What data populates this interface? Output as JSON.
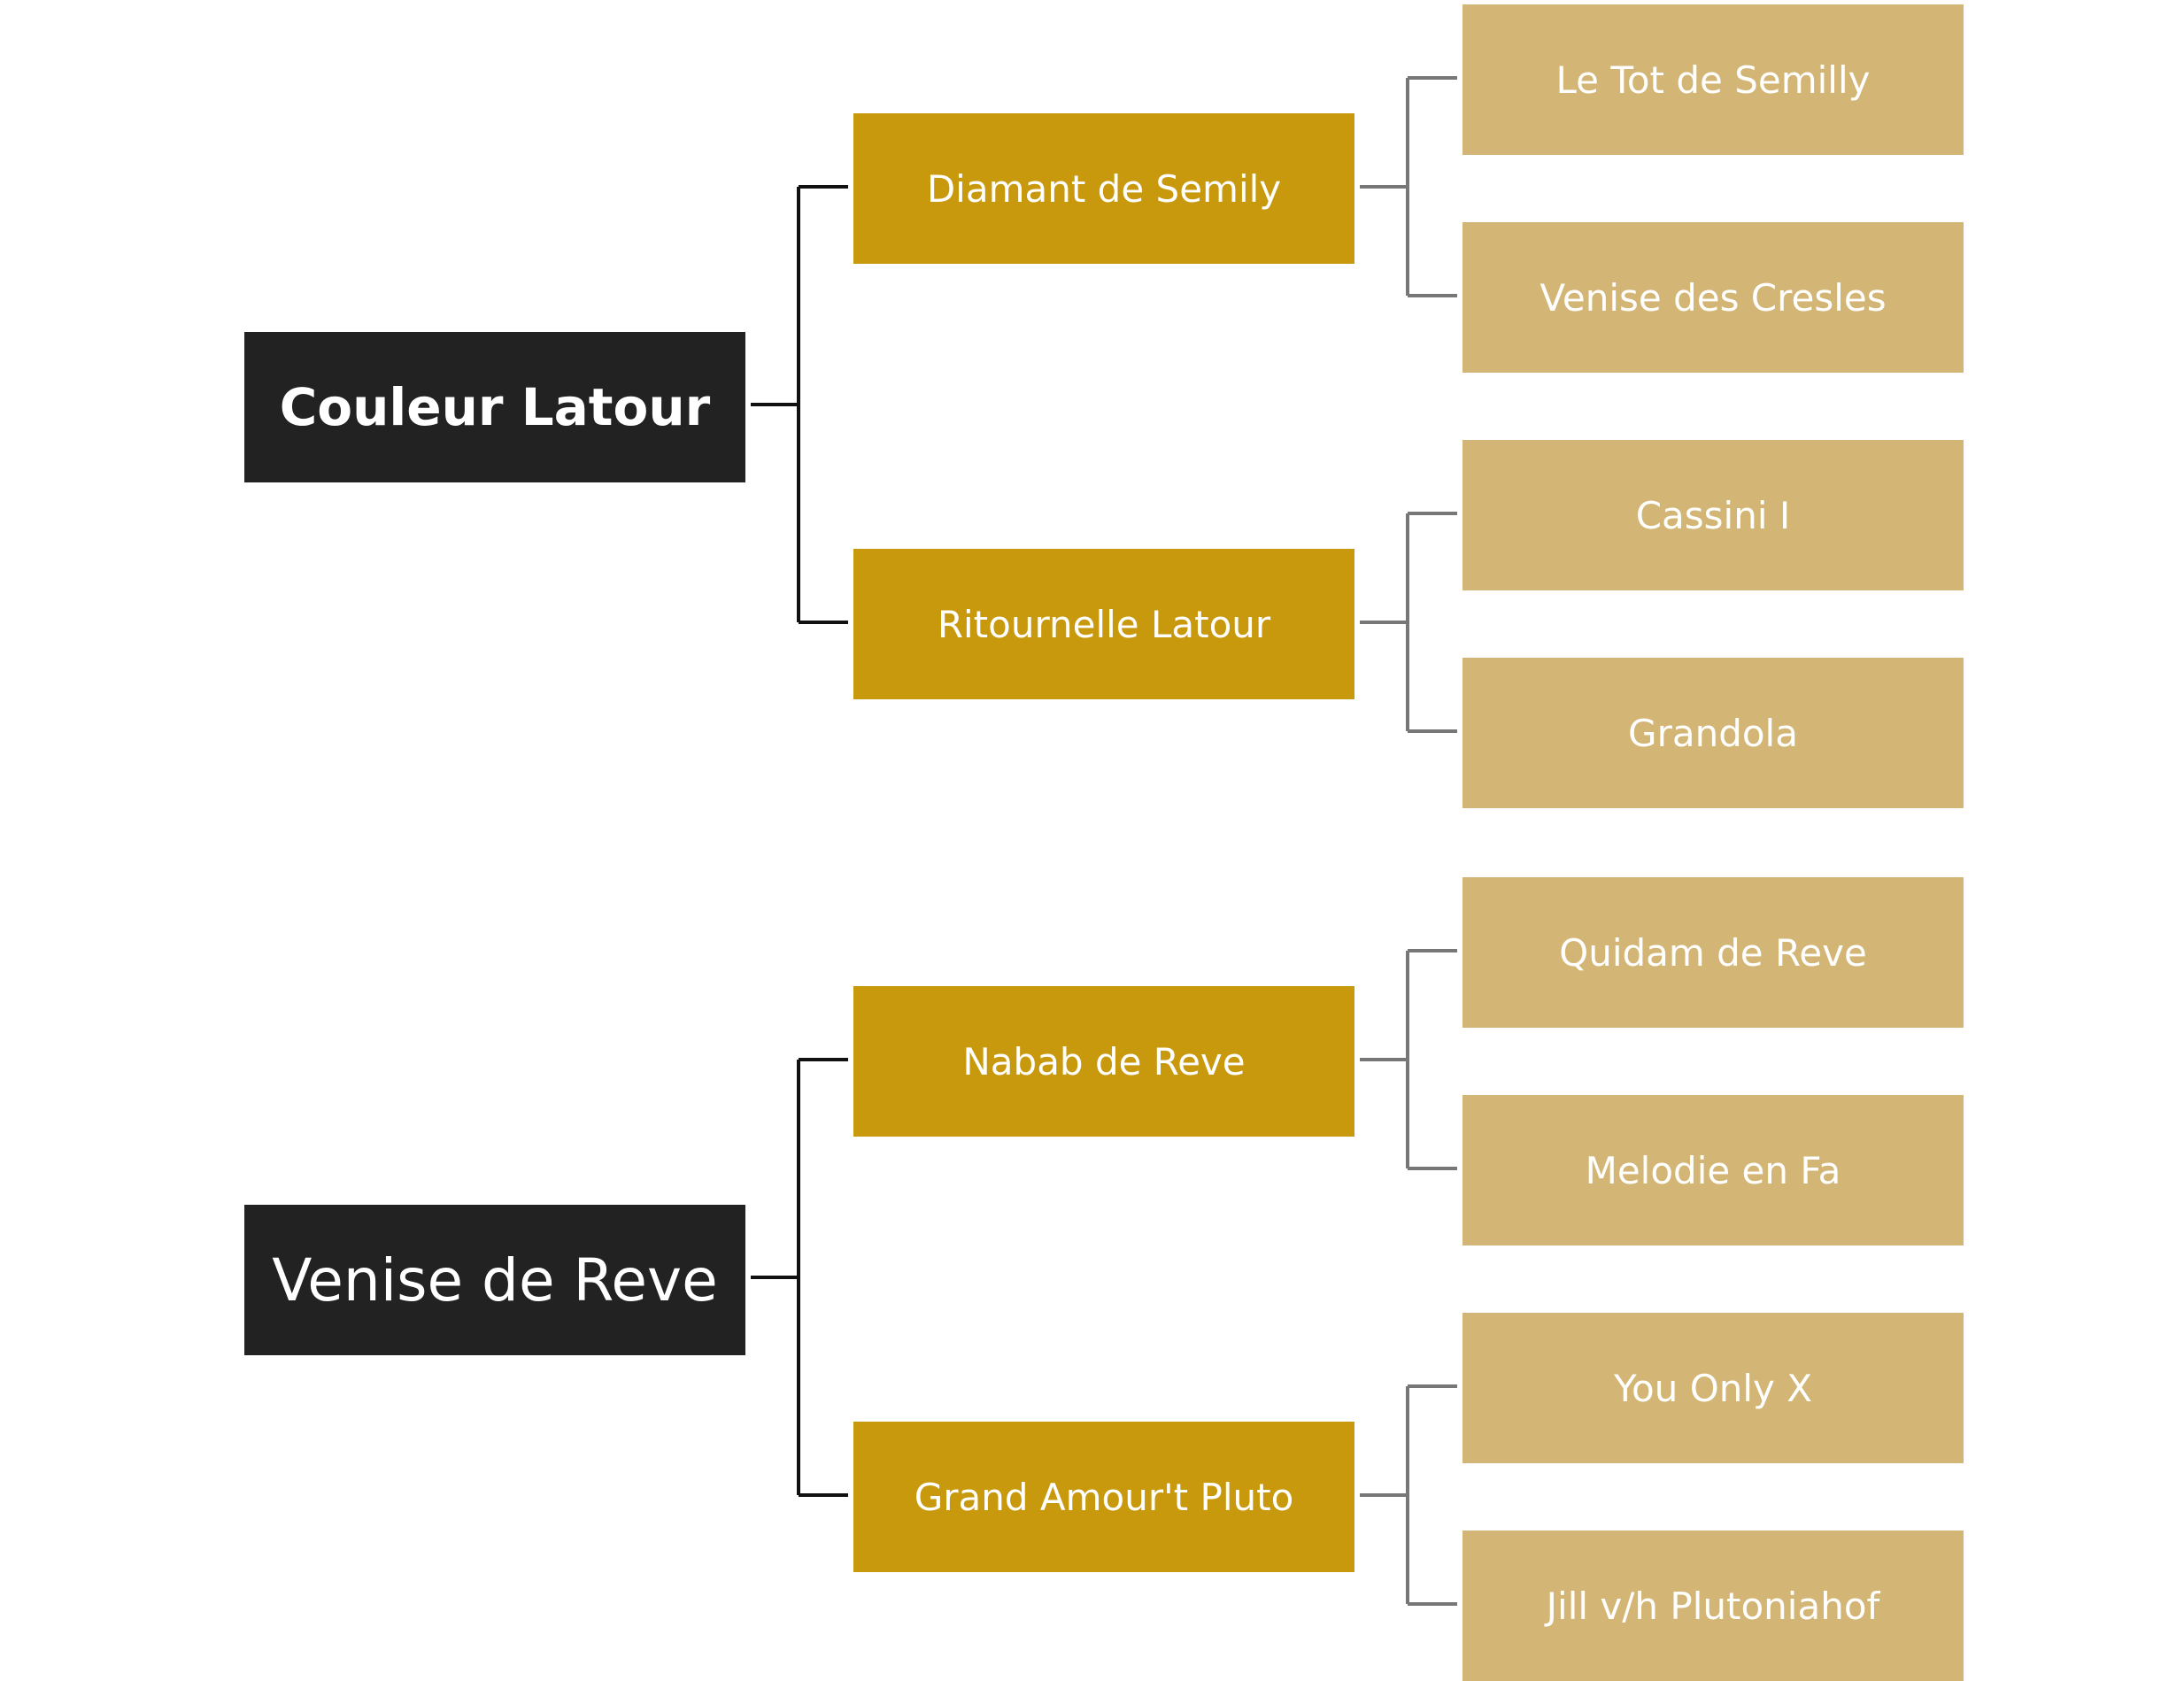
{
  "colors": {
    "root_bg": "#222222",
    "parent_bg": "#c8980d",
    "grandparent_bg": "#d3b675",
    "text": "#ffffff",
    "root_connector": "#111111",
    "parent_connector": "#777777",
    "background": "#ffffff"
  },
  "trees": [
    {
      "root": "Couleur Latour",
      "parents": [
        {
          "name": "Diamant de Semily",
          "children": [
            "Le Tot de Semilly",
            "Venise des Cresles"
          ]
        },
        {
          "name": "Ritournelle Latour",
          "children": [
            "Cassini I",
            "Grandola"
          ]
        }
      ]
    },
    {
      "root": "Venise de Reve",
      "parents": [
        {
          "name": "Nabab de Reve",
          "children": [
            "Quidam de Reve",
            "Melodie en Fa"
          ]
        },
        {
          "name": "Grand Amour't Pluto",
          "children": [
            "You Only X",
            "Jill v/h Plutoniahof"
          ]
        }
      ]
    }
  ]
}
